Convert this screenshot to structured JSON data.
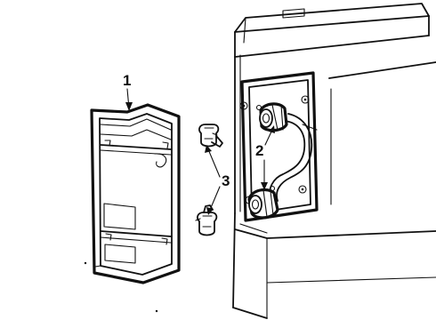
{
  "callouts": {
    "lamp_assembly": "1",
    "socket": "2",
    "bulb": "3"
  },
  "colors": {
    "ink": "#111111",
    "paper": "#ffffff"
  }
}
